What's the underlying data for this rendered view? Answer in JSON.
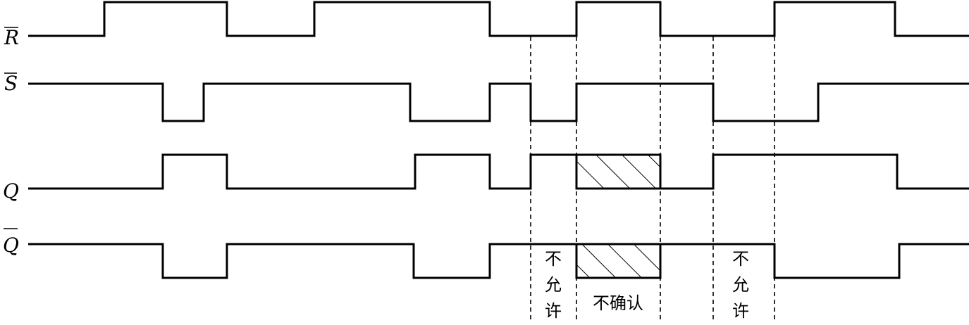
{
  "signals": [
    {
      "name": "R",
      "inverted": true,
      "high_intervals": [
        [
          148,
          322
        ],
        [
          446,
          695
        ],
        [
          818,
          937
        ],
        [
          1099,
          1270
        ]
      ]
    },
    {
      "name": "S",
      "inverted": true,
      "high_intervals": [
        [
          40,
          231
        ],
        [
          289,
          582
        ],
        [
          695,
          753
        ],
        [
          818,
          1012
        ],
        [
          1161,
          1375
        ]
      ]
    },
    {
      "name": "Q",
      "inverted": false,
      "high_intervals": [
        [
          231,
          322
        ],
        [
          589,
          695
        ],
        [
          753,
          818
        ],
        [
          1012,
          1273
        ]
      ],
      "indeterminate_intervals": [
        [
          818,
          937
        ]
      ]
    },
    {
      "name": "Q",
      "inverted": true,
      "high_intervals": [
        [
          40,
          231
        ],
        [
          322,
          587
        ],
        [
          695,
          818
        ],
        [
          937,
          1099
        ],
        [
          1276,
          1375
        ]
      ],
      "indeterminate_intervals": [
        [
          818,
          937
        ]
      ]
    }
  ],
  "annotations": {
    "not_allowed_1": [
      "不",
      "允",
      "许"
    ],
    "uncertain": "不确认",
    "not_allowed_2": [
      "不",
      "允",
      "许"
    ]
  }
}
